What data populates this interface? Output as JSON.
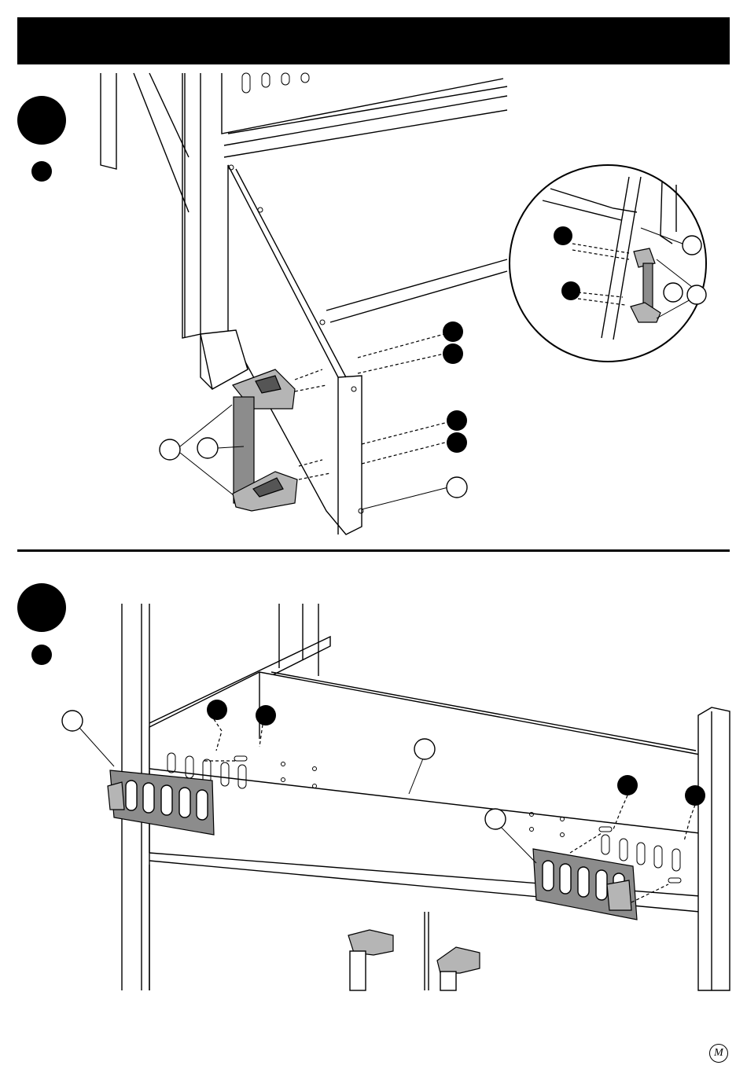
{
  "header": {
    "title": ""
  },
  "steps": [
    {
      "id": "step-1",
      "number": "",
      "sub_number": ""
    },
    {
      "id": "step-2",
      "number": "",
      "sub_number": ""
    }
  ],
  "callouts": {
    "handle_part": "",
    "screw_part": "",
    "panel_part": ""
  },
  "logo": {
    "text": "M"
  },
  "colors": {
    "part_gray": "#8c8c8c",
    "line": "#000000",
    "background": "#ffffff"
  }
}
